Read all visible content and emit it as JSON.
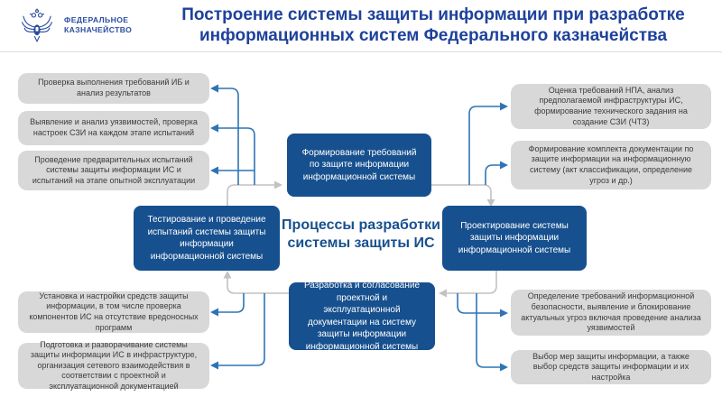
{
  "header": {
    "emblem_icon": "double-headed-eagle-emblem",
    "org_name_line1": "ФЕДЕРАЛЬНОЕ",
    "org_name_line2": "КАЗНАЧЕЙСТВО",
    "title_line1": "Построение системы защиты информации при разработке",
    "title_line2": "информационных систем Федерального казначейства"
  },
  "colors": {
    "title_blue": "#1E419B",
    "stage_navy": "#17508E",
    "arrow_blue": "#2E74B5",
    "item_gray": "#D8D8D8",
    "connector_gray": "#C2C2C2"
  },
  "diagram": {
    "center_label_line1": "Процессы разработки",
    "center_label_line2": "системы защиты ИС",
    "stages": {
      "top": "Формирование требований по защите информации информационной системы",
      "right": "Проектирование системы защиты информации информационной системы",
      "bottom": "Разработка и согласование проектной и эксплуатационной документации на систему защиты информации информационной системы",
      "left": "Тестирование и проведение испытаний системы защиты информации информационной системы"
    },
    "left_items": [
      "Проверка выполнения требований ИБ и анализ результатов",
      "Выявление и анализ уязвимостей, проверка настроек СЗИ на каждом этапе испытаний",
      "Проведение предварительных испытаний системы защиты информации ИС и испытаний на этапе опытной эксплуатации",
      "Установка и настройки средств защиты информации, в том числе проверка компонентов ИС на отсутствие вредоносных программ",
      "Подготовка и разворачивание системы защиты информации ИС в инфраструктуре, организация сетевого взаимодействия в соответствии с проектной и эксплуатационной документацией"
    ],
    "right_items": [
      "Оценка требований НПА, анализ предполагаемой инфраструктуры ИС, формирование технического задания на создание СЗИ (ЧТЗ)",
      "Формирование комплекта документации по защите информации на информационную систему (акт классификации, определение угроз и др.)",
      "Определение требований информационной безопасности, выявление и блокирование актуальных угроз включая проведение анализа уязвимостей",
      "Выбор мер защиты информации, а также выбор средств защиты информации и их настройка"
    ]
  }
}
